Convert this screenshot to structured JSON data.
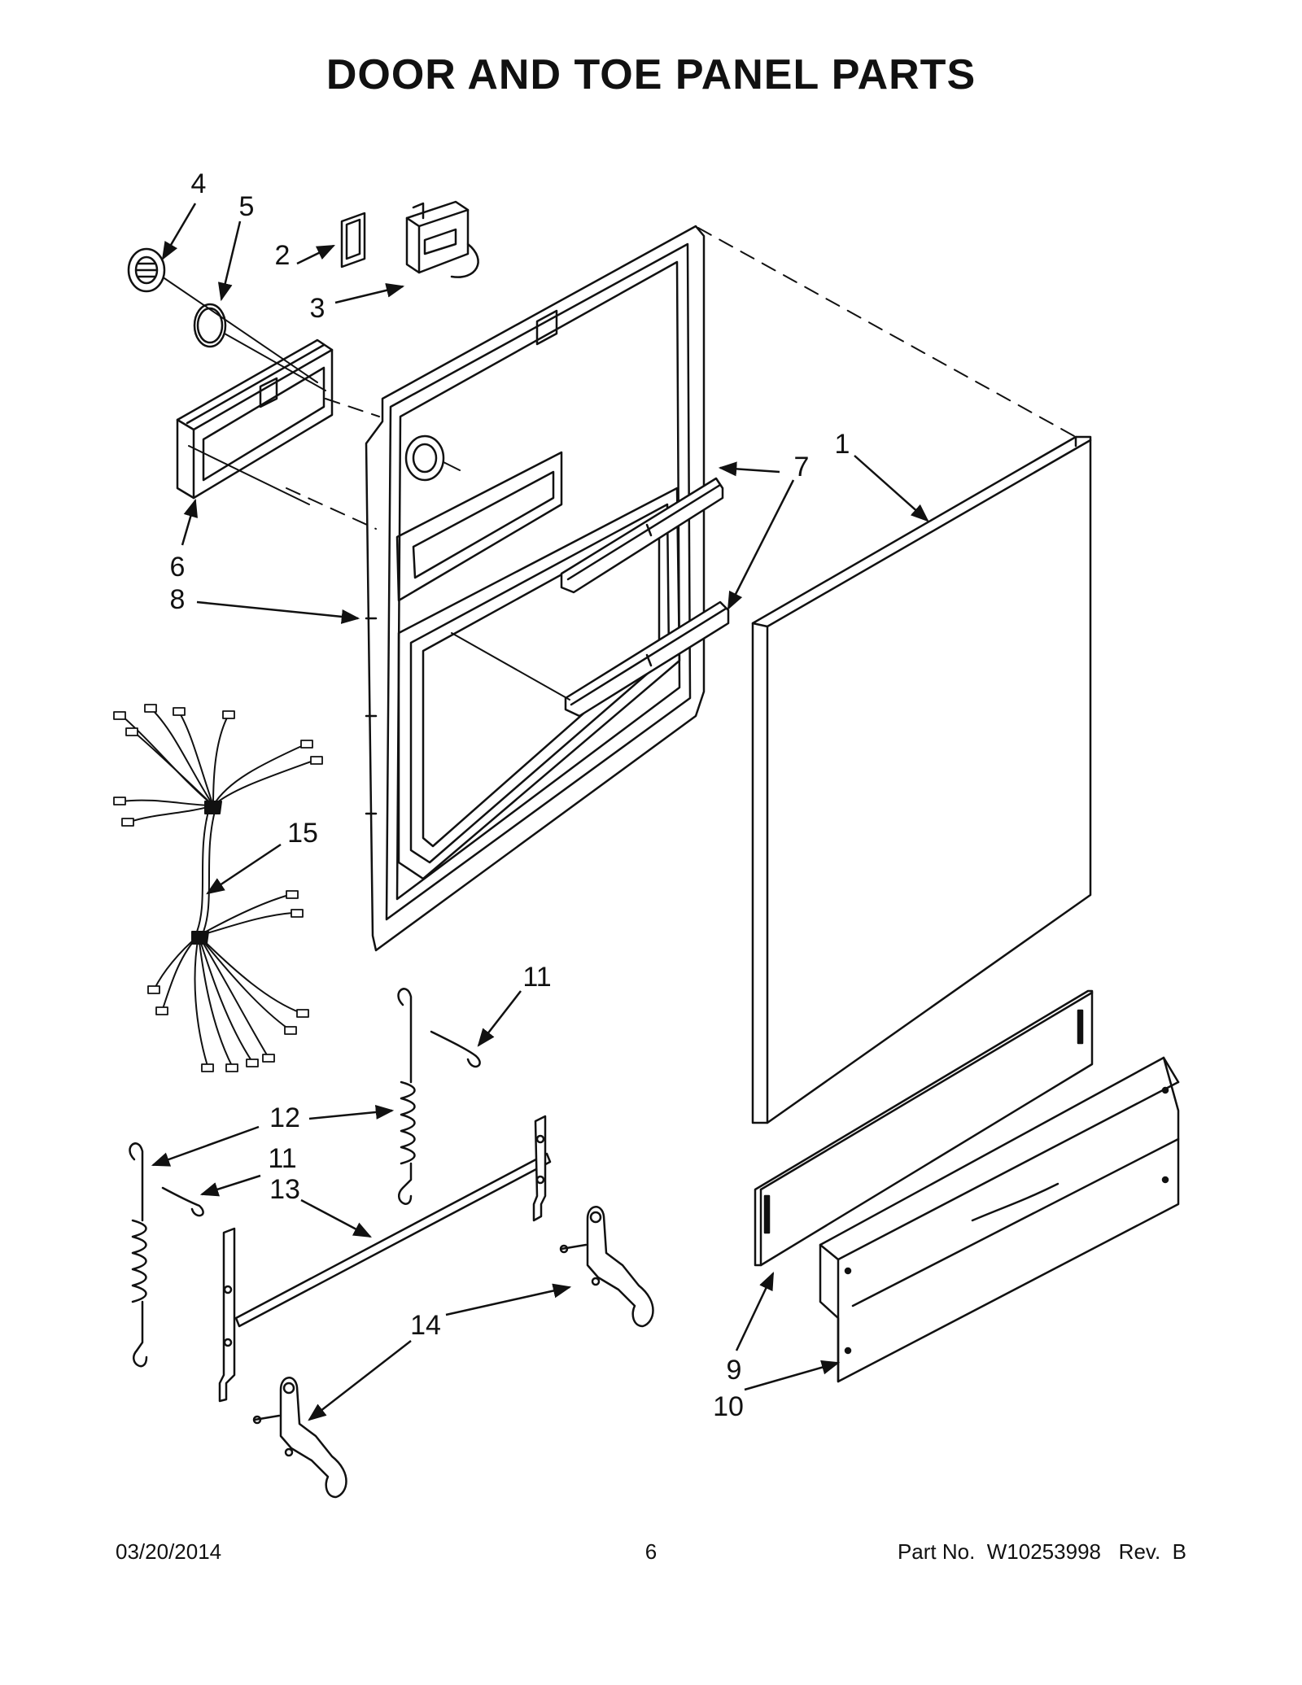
{
  "title": "DOOR AND TOE PANEL PARTS",
  "callouts": [
    {
      "id": "c4",
      "label": "4"
    },
    {
      "id": "c5",
      "label": "5"
    },
    {
      "id": "c2",
      "label": "2"
    },
    {
      "id": "c3",
      "label": "3"
    },
    {
      "id": "c6",
      "label": "6"
    },
    {
      "id": "c8",
      "label": "8"
    },
    {
      "id": "c7",
      "label": "7"
    },
    {
      "id": "c1",
      "label": "1"
    },
    {
      "id": "c15",
      "label": "15"
    },
    {
      "id": "c11a",
      "label": "11"
    },
    {
      "id": "c12",
      "label": "12"
    },
    {
      "id": "c11b",
      "label": "11"
    },
    {
      "id": "c13",
      "label": "13"
    },
    {
      "id": "c14",
      "label": "14"
    },
    {
      "id": "c9",
      "label": "9"
    },
    {
      "id": "c10",
      "label": "10"
    }
  ],
  "footer": {
    "date": "03/20/2014",
    "page": "6",
    "part_label": "Part No.",
    "part_number": "W10253998",
    "rev_label": "Rev.",
    "rev": "B"
  }
}
